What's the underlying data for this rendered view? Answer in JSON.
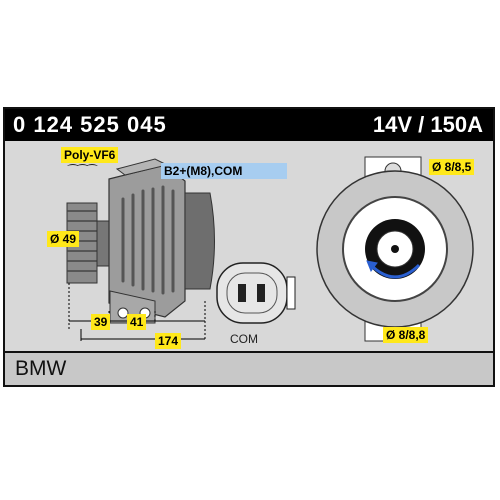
{
  "header": {
    "part_number": "0 124 525 045",
    "rating": "14V / 150A"
  },
  "labels": {
    "pulley_type": "Poly-VF6",
    "terminal": "B2+(M8),COM",
    "connector_name": "COM",
    "pulley_diameter": "Ø 49",
    "dim_39": "39",
    "dim_41": "41",
    "dim_174": "174",
    "mount_top": "Ø 8/8,5",
    "mount_bottom": "Ø 8/8,8"
  },
  "footer": {
    "brand": "BMW"
  },
  "colors": {
    "label_yellow": "#ffe81a",
    "label_blue": "#a7cdf0",
    "header_black": "#000000",
    "drawing_bg": "#d8d8d8"
  }
}
